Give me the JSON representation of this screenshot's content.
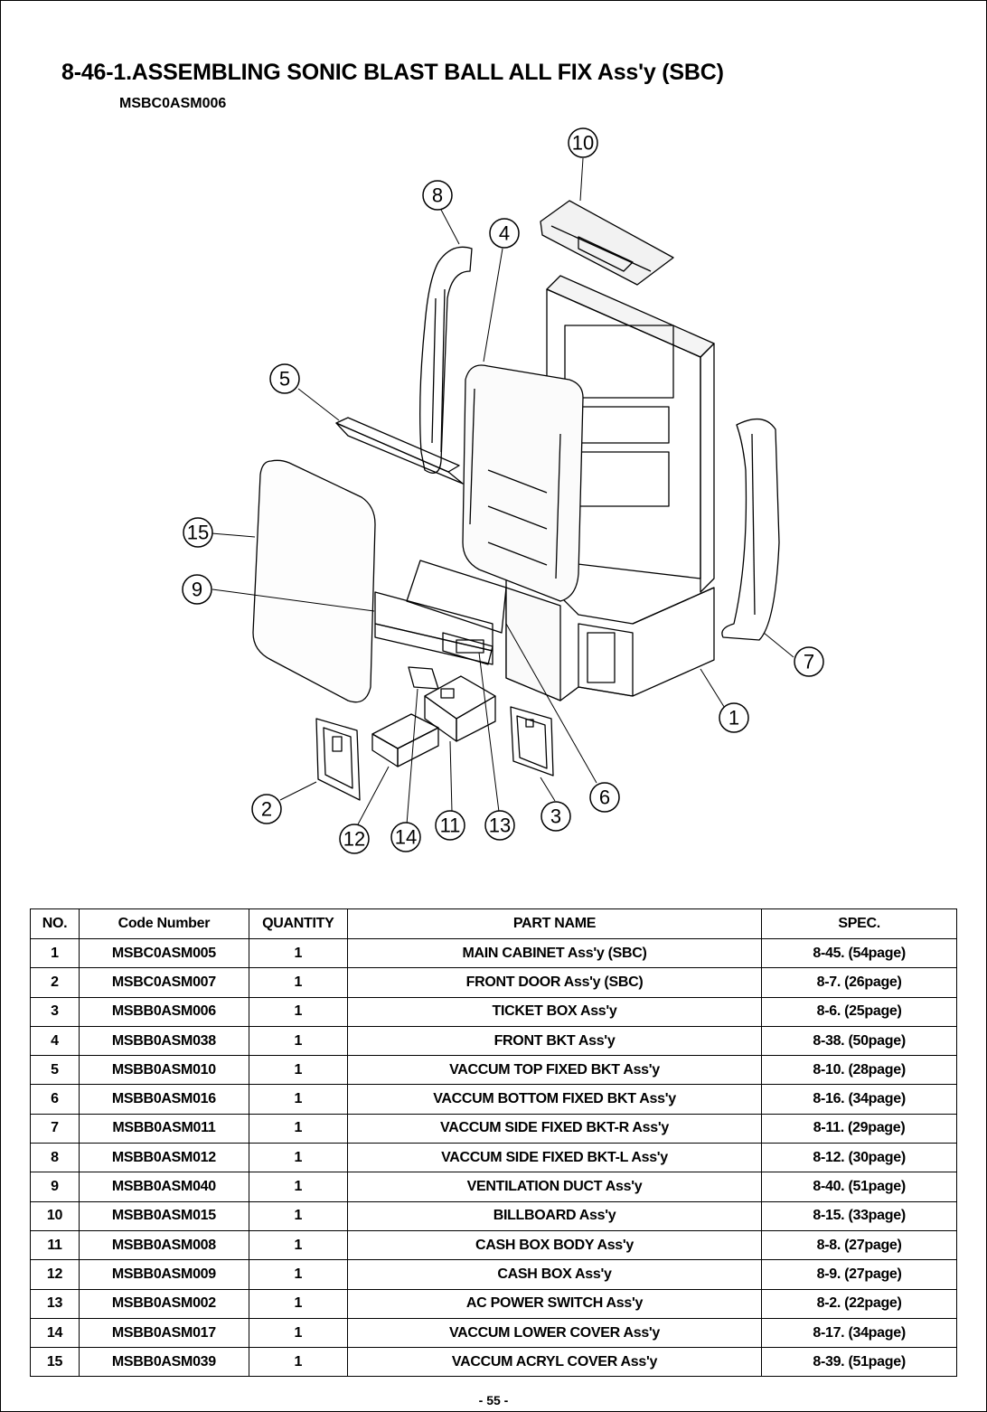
{
  "document": {
    "title": "8-46-1.ASSEMBLING SONIC BLAST BALL ALL FIX Ass'y (SBC)",
    "code": "MSBC0ASM006",
    "page_number": "- 55 -"
  },
  "callouts": [
    "1",
    "2",
    "3",
    "4",
    "5",
    "6",
    "7",
    "8",
    "9",
    "10",
    "11",
    "12",
    "13",
    "14",
    "15"
  ],
  "table": {
    "headers": [
      "NO.",
      "Code Number",
      "QUANTITY",
      "PART NAME",
      "SPEC."
    ],
    "rows": [
      [
        "1",
        "MSBC0ASM005",
        "1",
        "MAIN CABINET Ass'y (SBC)",
        "8-45. (54page)"
      ],
      [
        "2",
        "MSBC0ASM007",
        "1",
        "FRONT DOOR Ass'y (SBC)",
        "8-7. (26page)"
      ],
      [
        "3",
        "MSBB0ASM006",
        "1",
        "TICKET BOX Ass'y",
        "8-6. (25page)"
      ],
      [
        "4",
        "MSBB0ASM038",
        "1",
        "FRONT BKT Ass'y",
        "8-38. (50page)"
      ],
      [
        "5",
        "MSBB0ASM010",
        "1",
        "VACCUM TOP FIXED BKT Ass'y",
        "8-10. (28page)"
      ],
      [
        "6",
        "MSBB0ASM016",
        "1",
        "VACCUM BOTTOM FIXED BKT Ass'y",
        "8-16. (34page)"
      ],
      [
        "7",
        "MSBB0ASM011",
        "1",
        "VACCUM SIDE FIXED BKT-R Ass'y",
        "8-11. (29page)"
      ],
      [
        "8",
        "MSBB0ASM012",
        "1",
        "VACCUM SIDE FIXED BKT-L Ass'y",
        "8-12. (30page)"
      ],
      [
        "9",
        "MSBB0ASM040",
        "1",
        "VENTILATION DUCT Ass'y",
        "8-40. (51page)"
      ],
      [
        "10",
        "MSBB0ASM015",
        "1",
        "BILLBOARD Ass'y",
        "8-15. (33page)"
      ],
      [
        "11",
        "MSBB0ASM008",
        "1",
        "CASH BOX BODY Ass'y",
        "8-8. (27page)"
      ],
      [
        "12",
        "MSBB0ASM009",
        "1",
        "CASH BOX Ass'y",
        "8-9. (27page)"
      ],
      [
        "13",
        "MSBB0ASM002",
        "1",
        "AC POWER SWITCH Ass'y",
        "8-2. (22page)"
      ],
      [
        "14",
        "MSBB0ASM017",
        "1",
        "VACCUM LOWER COVER Ass'y",
        "8-17. (34page)"
      ],
      [
        "15",
        "MSBB0ASM039",
        "1",
        "VACCUM ACRYL COVER Ass'y",
        "8-39. (51page)"
      ]
    ]
  }
}
